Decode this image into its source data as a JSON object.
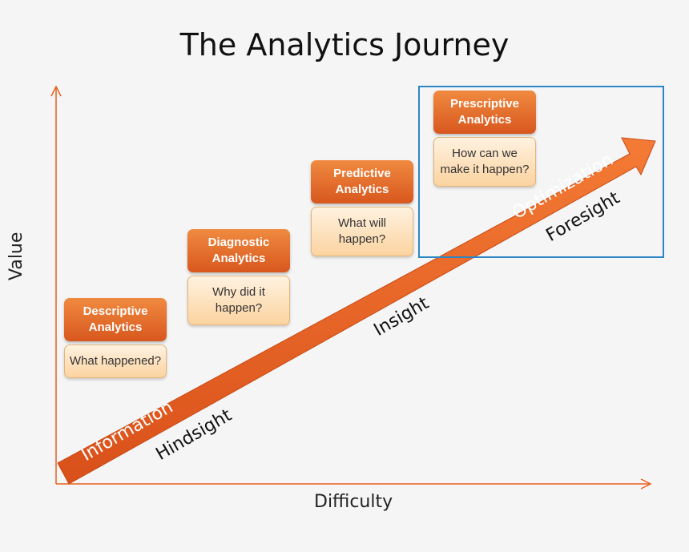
{
  "title": "The Analytics Journey",
  "axes": {
    "y_label": "Value",
    "x_label": "Difficulty"
  },
  "arrow": {
    "on_arrow_text": "Information",
    "optimization_text": "Optimization"
  },
  "stages_text": {
    "hindsight": "Hindsight",
    "insight": "Insight",
    "foresight": "Foresight"
  },
  "cards": [
    {
      "heading": "Descriptive Analytics",
      "question": "What happened?"
    },
    {
      "heading": "Diagnostic Analytics",
      "question": "Why did it happen?"
    },
    {
      "heading": "Predictive Analytics",
      "question": "What will happen?"
    },
    {
      "heading": "Prescriptive Analytics",
      "question": "How can we make it happen?"
    }
  ],
  "colors": {
    "arrow": "#e8601f",
    "axis": "#e8601f",
    "highlight_box": "#2a86c5"
  }
}
